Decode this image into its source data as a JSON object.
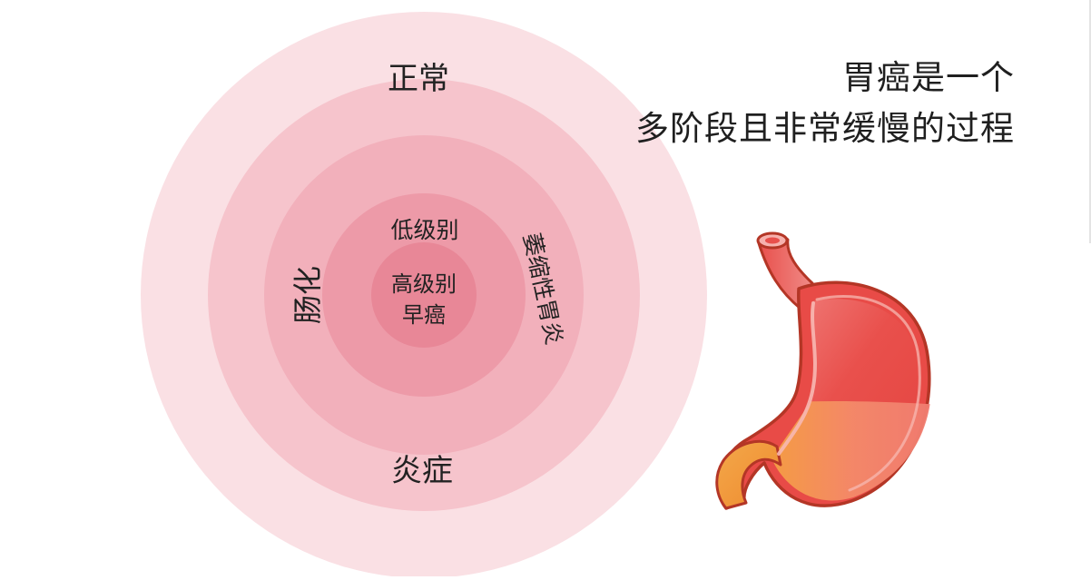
{
  "title": {
    "line1": "胃癌是一个",
    "line2": "多阶段且非常缓慢的过程"
  },
  "rings": {
    "normal": "正常",
    "inflammation": "炎症",
    "intestinal_metaplasia": "肠化",
    "atrophic_gastritis": "萎缩性胃炎",
    "low_grade": "低级别",
    "high_grade_line1": "高级别",
    "high_grade_line2": "早癌"
  },
  "colors": {
    "ring1": "#fae0e4",
    "ring2": "#f6c4cc",
    "ring3": "#f2b0bb",
    "ring4": "#ed9aa8",
    "ring5": "#e88797",
    "stomach_outline": "#b43626",
    "stomach_red": "#e84b47",
    "stomach_orange": "#f29a4a"
  }
}
